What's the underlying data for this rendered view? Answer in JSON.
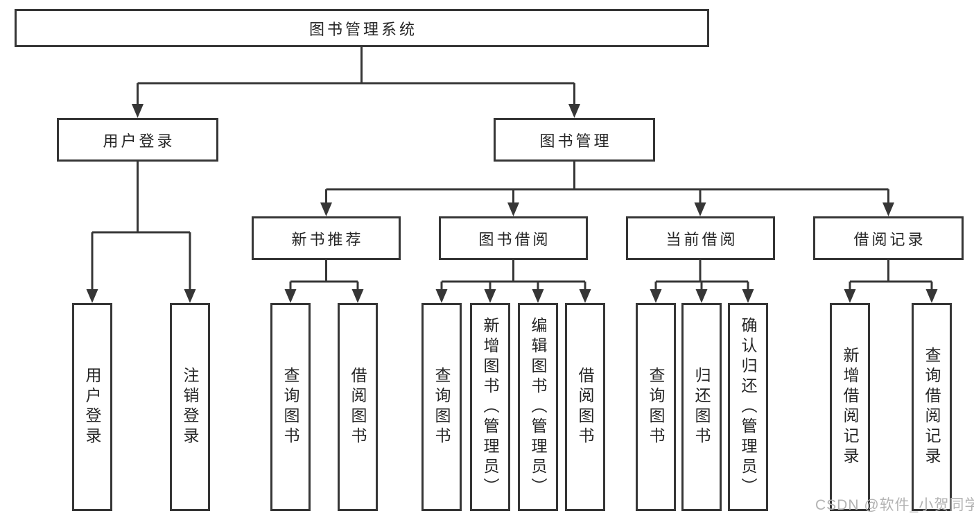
{
  "diagram_title": "图书管理系统",
  "tree": {
    "root": {
      "label": "图书管理系统",
      "children": [
        {
          "label": "用户登录",
          "children": [
            {
              "label": "用户登录"
            },
            {
              "label": "注销登录"
            }
          ]
        },
        {
          "label": "图书管理",
          "children": [
            {
              "label": "新书推荐",
              "children": [
                {
                  "label": "查询图书"
                },
                {
                  "label": "借阅图书"
                }
              ]
            },
            {
              "label": "图书借阅",
              "children": [
                {
                  "label": "查询图书"
                },
                {
                  "label": "新增图书（管理员）"
                },
                {
                  "label": "编辑图书（管理员）"
                },
                {
                  "label": "借阅图书"
                }
              ]
            },
            {
              "label": "当前借阅",
              "children": [
                {
                  "label": "查询图书"
                },
                {
                  "label": "归还图书"
                },
                {
                  "label": "确认归还（管理员）"
                }
              ]
            },
            {
              "label": "借阅记录",
              "children": [
                {
                  "label": "新增借阅记录"
                },
                {
                  "label": "查询借阅记录"
                }
              ]
            }
          ]
        }
      ]
    }
  },
  "colors": {
    "line": "#363636",
    "text": "#262626",
    "watermark": "#b3b3b3",
    "background": "#ffffff"
  },
  "watermark": "CSDN @软件_小贺同学"
}
